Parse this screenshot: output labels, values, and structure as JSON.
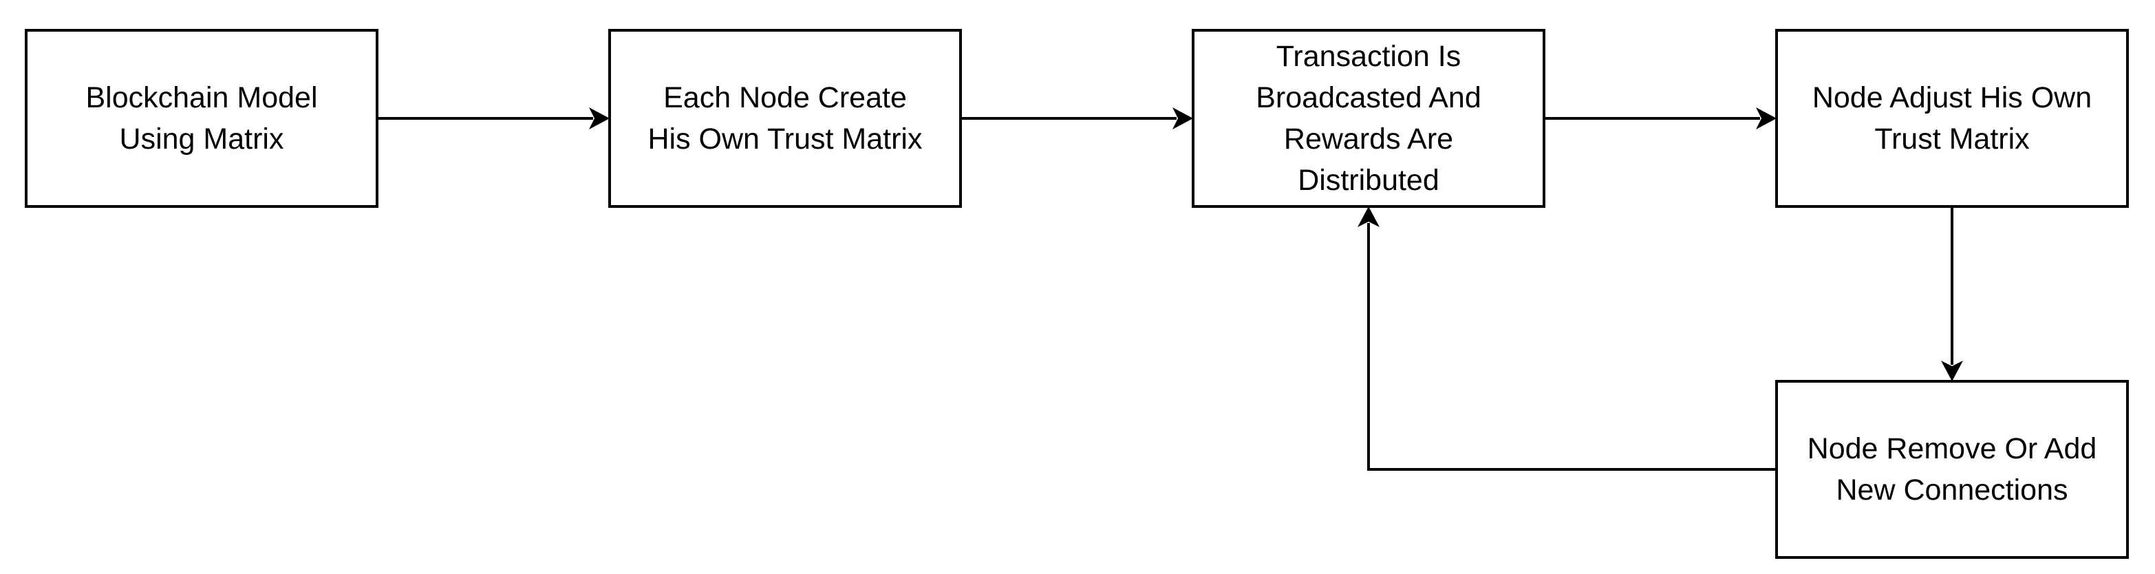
{
  "diagram": {
    "type": "flowchart",
    "colors": {
      "stroke": "#000000",
      "fill": "#ffffff",
      "text": "#000000"
    },
    "nodes": [
      {
        "id": "blockchain-model",
        "label": "Blockchain Model\nUsing Matrix"
      },
      {
        "id": "create-trust-matrix",
        "label": "Each Node Create\nHis Own Trust Matrix"
      },
      {
        "id": "transaction-broadcast",
        "label": "Transaction Is\nBroadcasted And\nRewards Are\nDistributed"
      },
      {
        "id": "adjust-trust-matrix",
        "label": "Node Adjust His Own\nTrust Matrix"
      },
      {
        "id": "modify-connections",
        "label": "Node Remove Or Add\nNew Connections"
      }
    ],
    "edges": [
      {
        "from": "blockchain-model",
        "to": "create-trust-matrix"
      },
      {
        "from": "create-trust-matrix",
        "to": "transaction-broadcast"
      },
      {
        "from": "transaction-broadcast",
        "to": "adjust-trust-matrix"
      },
      {
        "from": "adjust-trust-matrix",
        "to": "modify-connections"
      },
      {
        "from": "modify-connections",
        "to": "transaction-broadcast"
      }
    ]
  }
}
